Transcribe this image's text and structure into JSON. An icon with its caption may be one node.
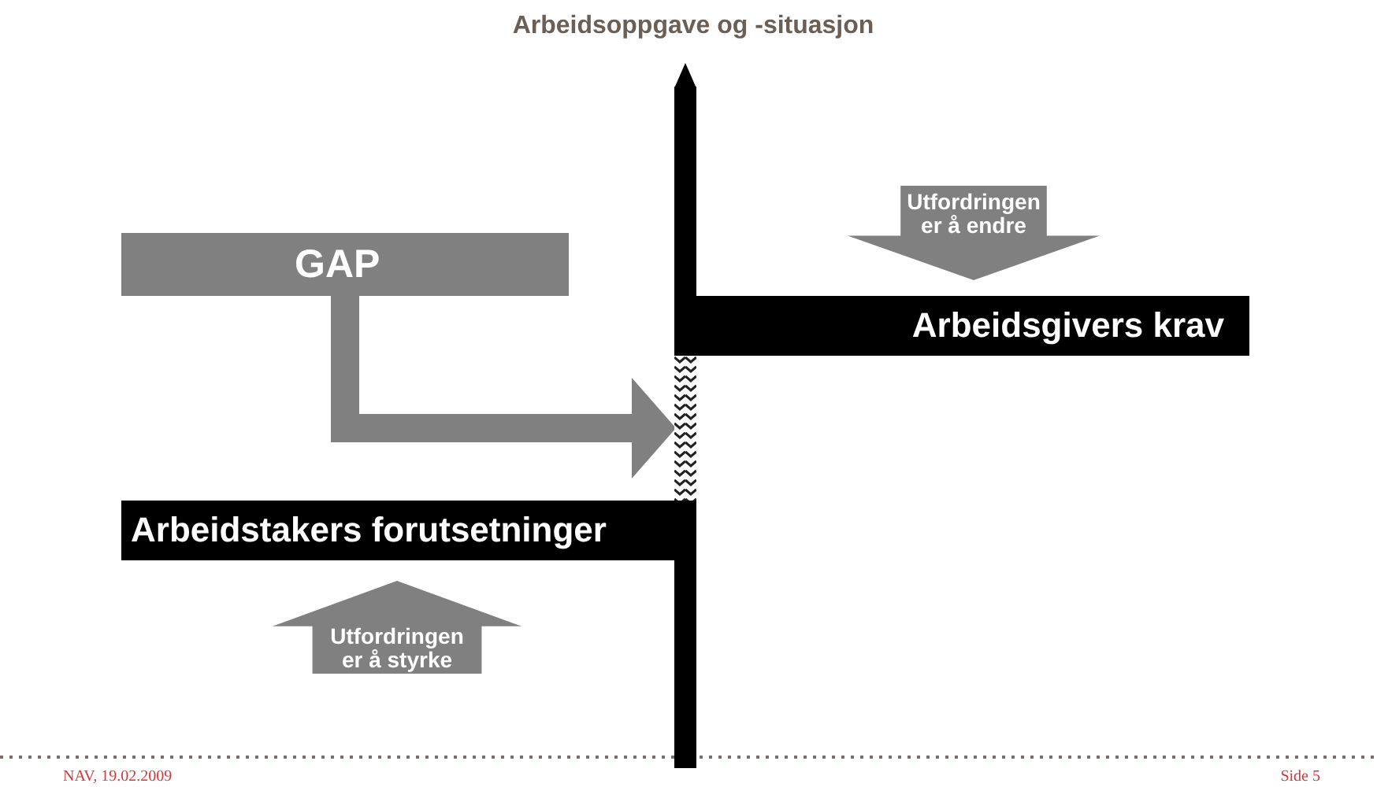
{
  "diagram": {
    "title": "Arbeidsoppgave og -situasjon",
    "nodes": [
      {
        "text": [
          "GAP"
        ]
      },
      {
        "text": [
          "Arbeidsgivers krav"
        ]
      },
      {
        "text": [
          "Arbeidstakers forutsetninger"
        ]
      },
      {
        "text": [
          "Utfordringen er å endre"
        ]
      },
      {
        "text": [
          "Utfordringen er å styrke"
        ]
      },
      {
        "text": [],
        "shape": "bar"
      }
    ],
    "edges": [
      {
        "from": 0,
        "to": 5,
        "arrow": "to",
        "color": "#808080"
      }
    ],
    "labels": [
      "NAV, 19.02.2009",
      "Side 5"
    ]
  }
}
